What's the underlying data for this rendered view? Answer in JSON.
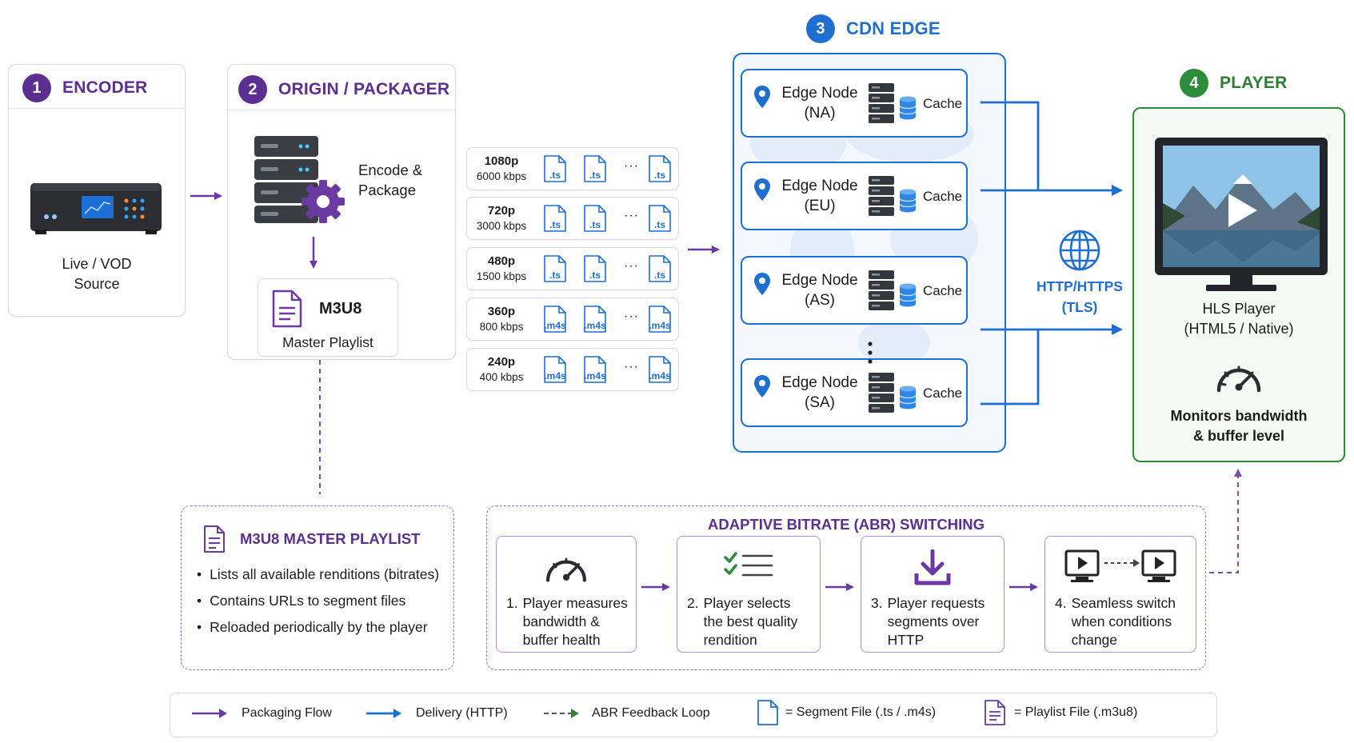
{
  "encoder": {
    "number": "1",
    "title": "ENCODER",
    "source_line1": "Live / VOD",
    "source_line2": "Source"
  },
  "origin": {
    "number": "2",
    "title": "ORIGIN / PACKAGER",
    "encode_line1": "Encode &",
    "encode_line2": "Package",
    "playlist_title": "M3U8",
    "playlist_subtitle": "Master Playlist"
  },
  "renditions": [
    {
      "resolution": "1080p",
      "bitrate": "6000 kbps",
      "ext": ".ts"
    },
    {
      "resolution": "720p",
      "bitrate": "3000 kbps",
      "ext": ".ts"
    },
    {
      "resolution": "480p",
      "bitrate": "1500 kbps",
      "ext": ".ts"
    },
    {
      "resolution": "360p",
      "bitrate": "800 kbps",
      "ext": ".m4s"
    },
    {
      "resolution": "240p",
      "bitrate": "400 kbps",
      "ext": ".m4s"
    }
  ],
  "segment_ellipsis": "···",
  "cdn": {
    "number": "3",
    "title": "CDN EDGE",
    "edge_label": "Edge Node",
    "cache_label": "Cache",
    "regions": [
      "(NA)",
      "(EU)",
      "(AS)",
      "(SA)"
    ],
    "protocol_line1": "HTTP/HTTPS",
    "protocol_line2": "(TLS)"
  },
  "player": {
    "number": "4",
    "title": "PLAYER",
    "name_line1": "HLS Player",
    "name_line2": "(HTML5 / Native)",
    "monitor_line1": "Monitors bandwidth",
    "monitor_line2": "& buffer level"
  },
  "master_playlist_box": {
    "title": "M3U8 MASTER PLAYLIST",
    "bullets": [
      "Lists all available renditions (bitrates)",
      "Contains URLs to segment files",
      "Reloaded periodically by the player"
    ]
  },
  "abr": {
    "title": "ADAPTIVE BITRATE (ABR) SWITCHING",
    "steps": [
      {
        "num": "1.",
        "text": "Player measures bandwidth & buffer health"
      },
      {
        "num": "2.",
        "text": "Player selects the best quality rendition"
      },
      {
        "num": "3.",
        "text": "Player requests segments over HTTP"
      },
      {
        "num": "4.",
        "text": "Seamless switch when conditions change"
      }
    ]
  },
  "legend": {
    "packaging": "Packaging Flow",
    "delivery": "Delivery (HTTP)",
    "feedback": "ABR Feedback Loop",
    "segment": "= Segment File (.ts / .m4s)",
    "playlist": "= Playlist File (.m3u8)"
  },
  "colors": {
    "purple": "#5b2e91",
    "purple_arrow": "#6a3aa2",
    "blue": "#1f6fd1",
    "green": "#2e8b3a"
  }
}
